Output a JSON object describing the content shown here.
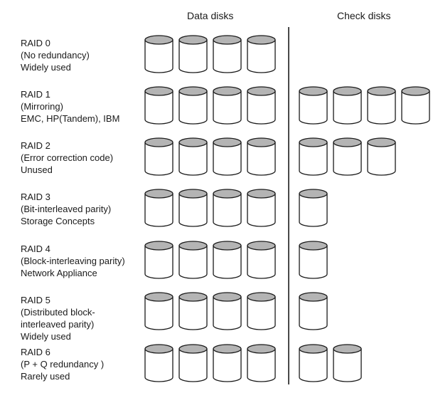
{
  "headers": {
    "data": "Data disks",
    "check": "Check disks"
  },
  "levels": [
    {
      "name": "RAID 0",
      "desc": [
        "(No redundancy)",
        "Widely used"
      ],
      "data_disks": 4,
      "check_disks": 0
    },
    {
      "name": "RAID 1",
      "desc": [
        "(Mirroring)",
        "EMC, HP(Tandem), IBM"
      ],
      "data_disks": 4,
      "check_disks": 4
    },
    {
      "name": "RAID 2",
      "desc": [
        "(Error correction code)",
        "Unused"
      ],
      "data_disks": 4,
      "check_disks": 3
    },
    {
      "name": "RAID 3",
      "desc": [
        "(Bit-interleaved parity)",
        "Storage Concepts"
      ],
      "data_disks": 4,
      "check_disks": 1
    },
    {
      "name": "RAID 4",
      "desc": [
        "(Block-interleaving parity)",
        "Network Appliance"
      ],
      "data_disks": 4,
      "check_disks": 1
    },
    {
      "name": "RAID 5",
      "desc": [
        "(Distributed block-",
        "interleaved parity)",
        "Widely used"
      ],
      "data_disks": 4,
      "check_disks": 1
    },
    {
      "name": "RAID 6",
      "desc": [
        "(P + Q redundancy )",
        "Rarely used"
      ],
      "data_disks": 4,
      "check_disks": 2
    }
  ],
  "colors": {
    "disk_top": "#b4b4b4",
    "disk_body": "#ffffff",
    "stroke": "#1a1a1a"
  }
}
